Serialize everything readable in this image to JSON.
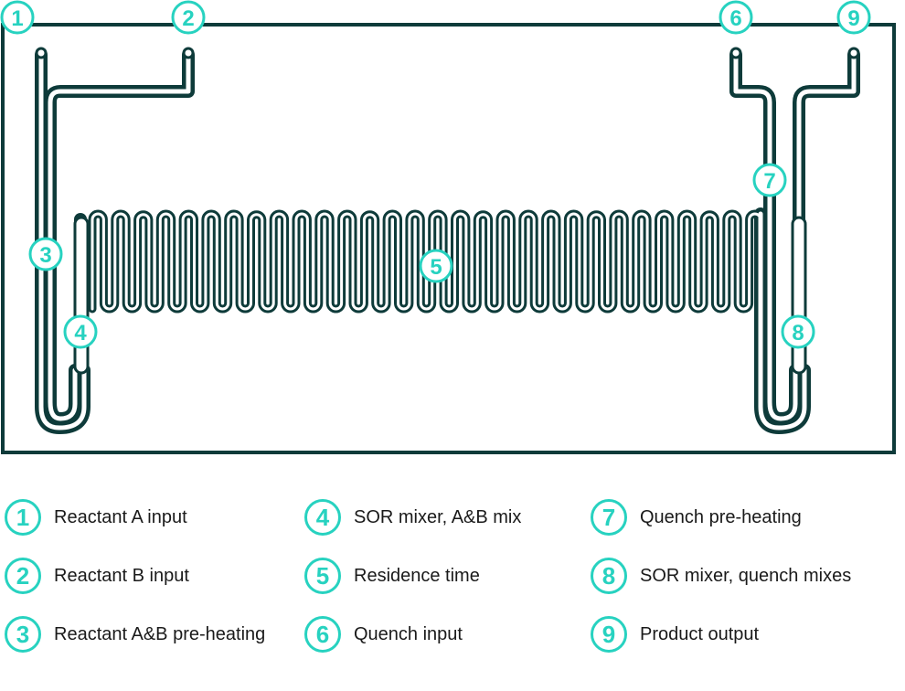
{
  "colors": {
    "frame": "#0e3b3a",
    "channel_outline": "#0e3b3a",
    "channel_fill": "#ffffff",
    "badge": "#27d2c0"
  },
  "markers": [
    {
      "id": "1",
      "label": "1"
    },
    {
      "id": "2",
      "label": "2"
    },
    {
      "id": "3",
      "label": "3"
    },
    {
      "id": "4",
      "label": "4"
    },
    {
      "id": "5",
      "label": "5"
    },
    {
      "id": "6",
      "label": "6"
    },
    {
      "id": "7",
      "label": "7"
    },
    {
      "id": "8",
      "label": "8"
    },
    {
      "id": "9",
      "label": "9"
    }
  ],
  "legend": [
    {
      "num": "1",
      "text": "Reactant A input"
    },
    {
      "num": "2",
      "text": "Reactant B input"
    },
    {
      "num": "3",
      "text": "Reactant A&B pre-heating"
    },
    {
      "num": "4",
      "text": "SOR mixer, A&B mix"
    },
    {
      "num": "5",
      "text": "Residence time"
    },
    {
      "num": "6",
      "text": "Quench input"
    },
    {
      "num": "7",
      "text": "Quench pre-heating"
    },
    {
      "num": "8",
      "text": "SOR mixer, quench mixes"
    },
    {
      "num": "9",
      "text": "Product output"
    }
  ]
}
